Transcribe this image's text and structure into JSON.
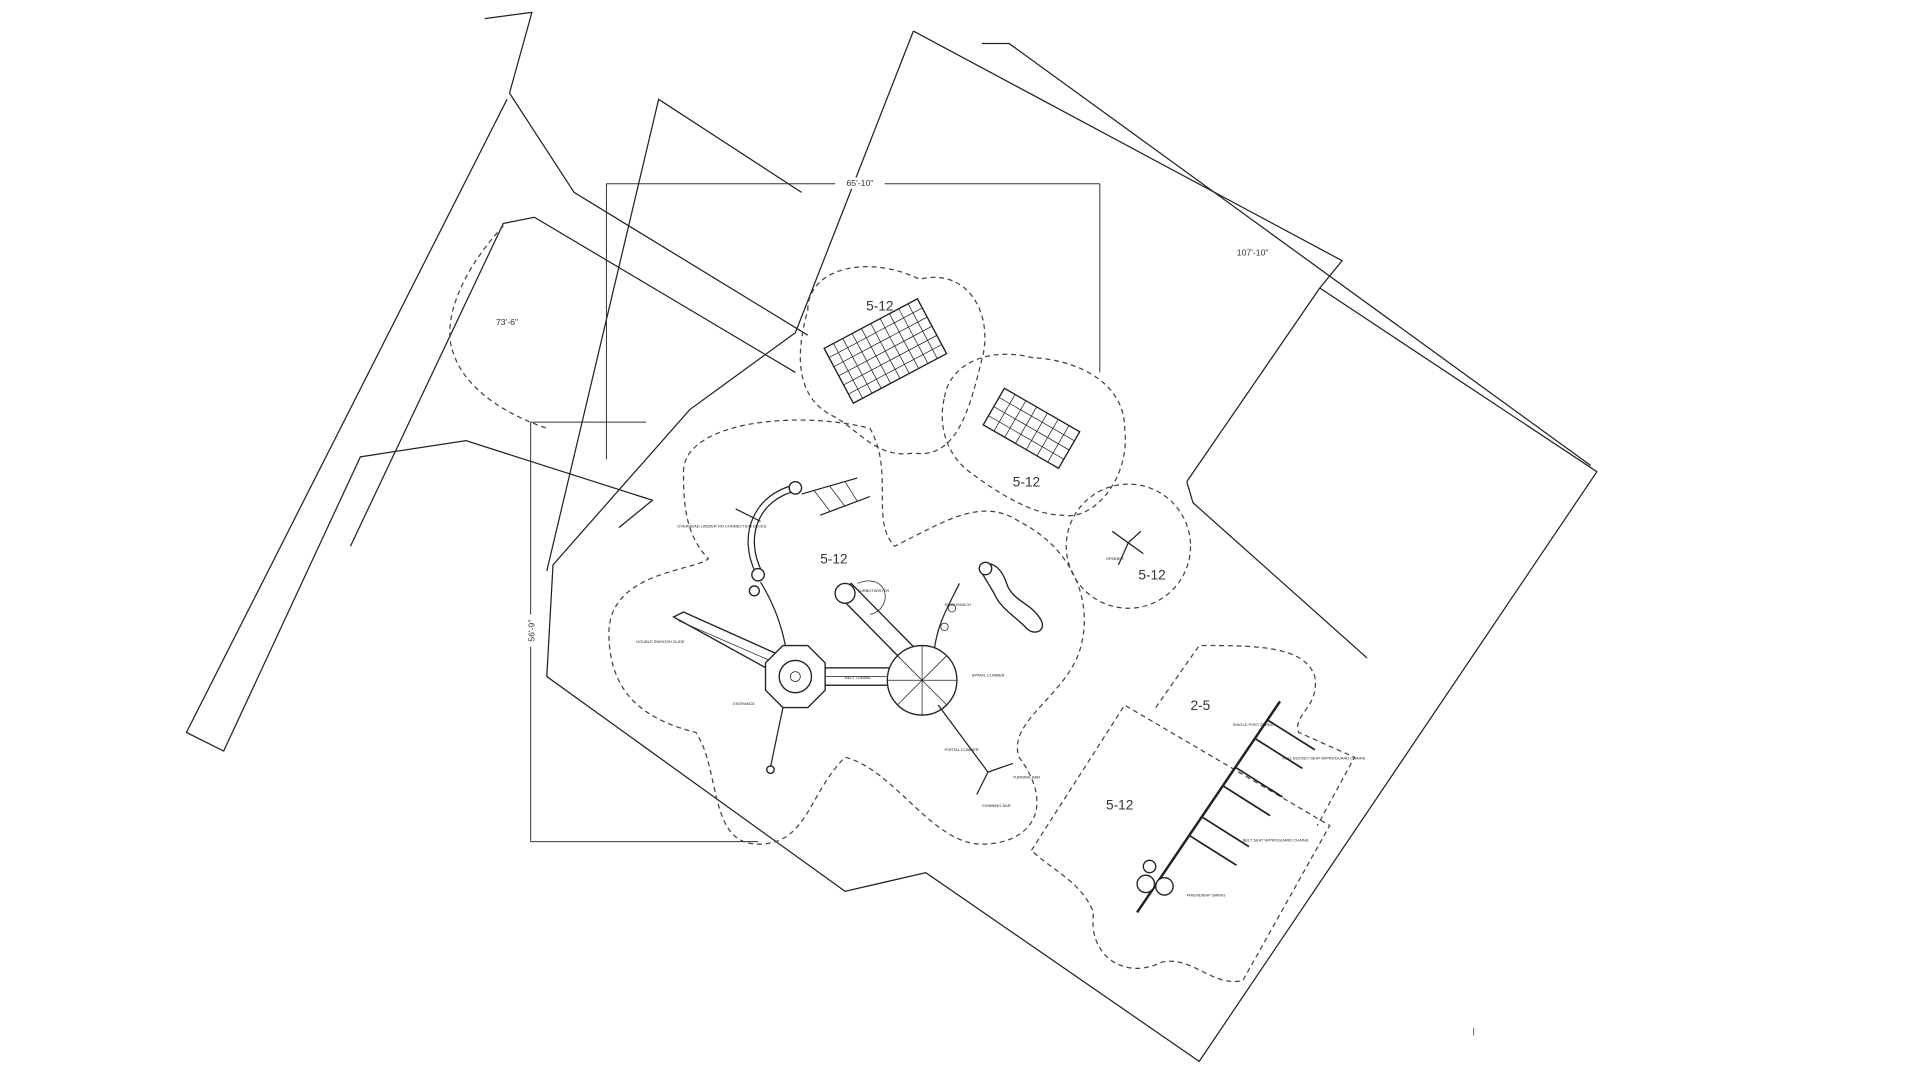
{
  "title": "Playground site plan",
  "dimensions": {
    "top": "65'-10\"",
    "right": "107'-10\"",
    "left_diag": "73'-6\"",
    "left_vert": "56'-9\""
  },
  "zones": [
    "5-12",
    "5-12",
    "5-12",
    "5-12",
    "2-5",
    "5-12"
  ],
  "labels": {
    "slide": "DOUBLE SWOOSH SLIDE",
    "entrance": "ENTRANCE",
    "tunnel": "BELT TUNNEL",
    "twister": "TURBOTWISTER",
    "arch": "SWOOSHACH",
    "spiral": "SPIRAL CLIMBER",
    "portal": "PORTAL CLIMBER",
    "turning": "TURNING BAR",
    "chinning": "CHINNING BAR",
    "overhead": "OVERHEAD LADDER NO CONNECTION DECKS",
    "swing_25": "SINGLE POST SWING",
    "bucket": "FULL BUCKET SEAT W/PROGUARD CHAINS",
    "belt": "BELT SEAT W/PROGUARD CHAINS",
    "friendship": "FRIENDSHIP SWING",
    "spinner": "SPINNER",
    "mark": "|"
  }
}
